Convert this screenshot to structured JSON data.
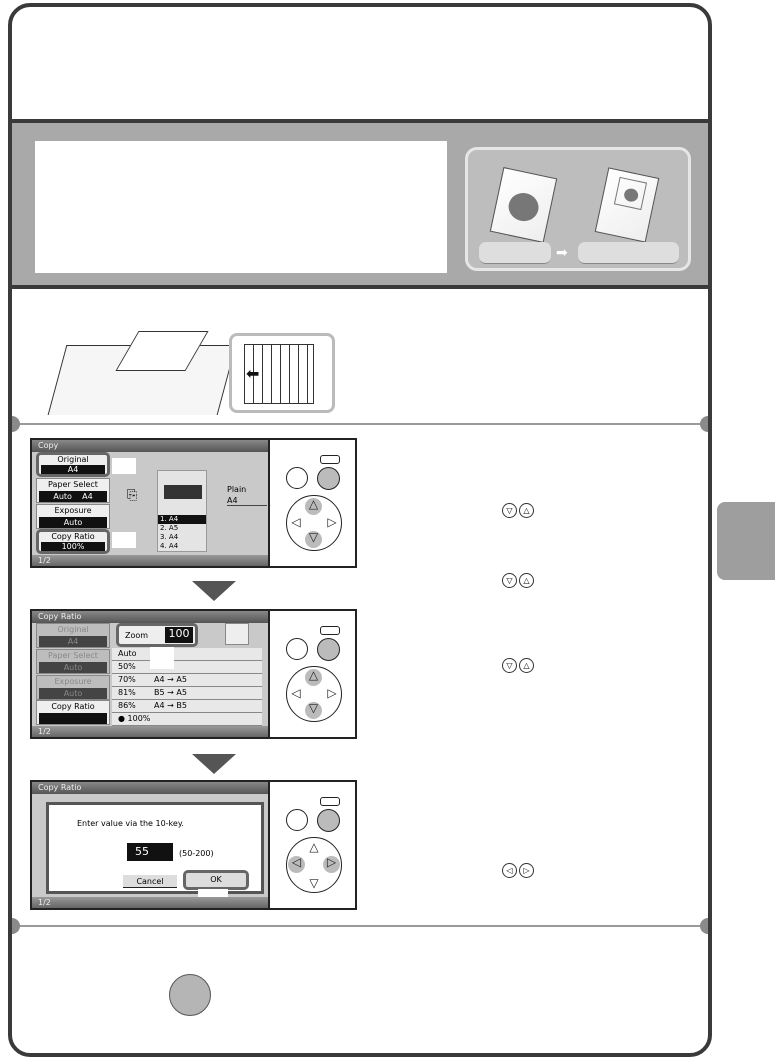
{
  "screen1": {
    "title": "Copy",
    "original_label": "Original",
    "original_value": "A4",
    "paper_label": "Paper Select",
    "paper_value1": "Auto",
    "paper_value2": "A4",
    "exposure_label": "Exposure",
    "exposure_value": "Auto",
    "ratio_label": "Copy Ratio",
    "ratio_value": "100%",
    "paper_type": "Plain",
    "paper_size": "A4",
    "trays": [
      {
        "n": "1.",
        "s": "A4"
      },
      {
        "n": "2.",
        "s": "A5"
      },
      {
        "n": "3.",
        "s": "A4"
      },
      {
        "n": "4.",
        "s": "A4"
      }
    ],
    "page": "1/2"
  },
  "screen2": {
    "title": "Copy Ratio",
    "zoom_label": "Zoom",
    "zoom_value": "100",
    "rows": [
      {
        "p": "Auto",
        "c": ""
      },
      {
        "p": "50%",
        "c": ""
      },
      {
        "p": "70%",
        "c": "A4 → A5"
      },
      {
        "p": "81%",
        "c": "B5 → A5"
      },
      {
        "p": "86%",
        "c": "A4 → B5"
      },
      {
        "p": "● 100%",
        "c": ""
      }
    ],
    "page": "1/2"
  },
  "screen3": {
    "title": "Copy Ratio",
    "prompt": "Enter value via the 10-key.",
    "value": "55",
    "range": "(50-200)",
    "cancel": "Cancel",
    "ok": "OK",
    "page": "1/2"
  },
  "keys": {
    "down": "▽",
    "up": "△",
    "left": "◁",
    "right": "▷"
  }
}
